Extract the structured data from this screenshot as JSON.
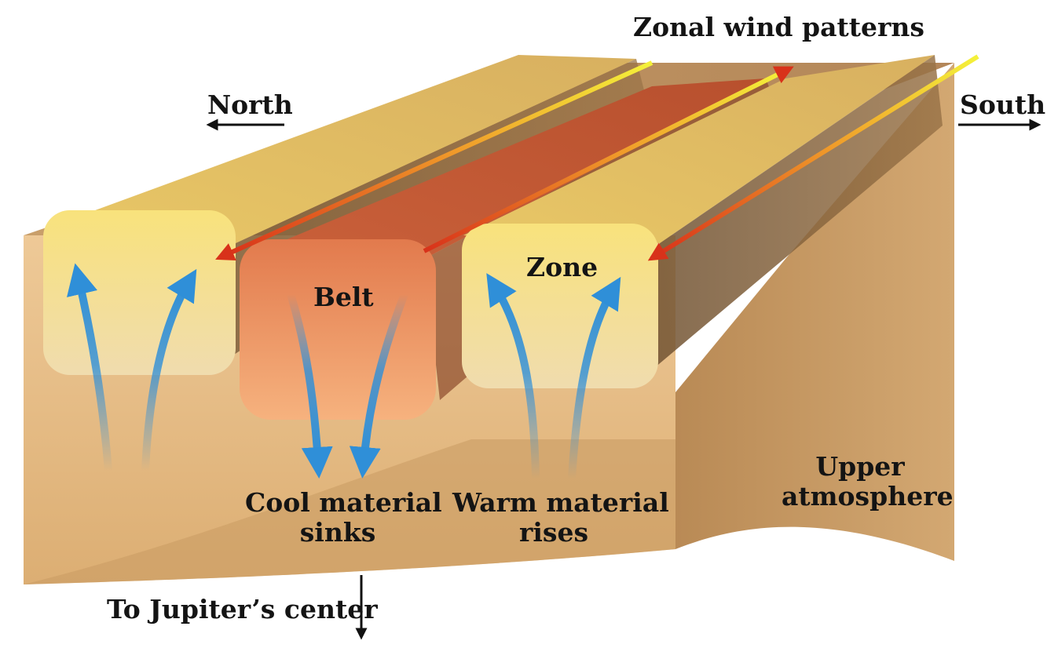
{
  "labels": {
    "zonal_wind": "Zonal wind patterns",
    "north": "North",
    "south": "South",
    "zone": "Zone",
    "belt": "Belt",
    "cool_line1": "Cool material",
    "cool_line2": "sinks",
    "warm_line1": "Warm material",
    "warm_line2": "rises",
    "upper_line1": "Upper",
    "upper_line2": "atmosphere",
    "center": "To Jupiter’s center"
  },
  "colors": {
    "zone_cloud": "#f3d66a",
    "belt_cloud": "#d9683e",
    "block_front": "#e9bf86",
    "block_side": "#c89a62",
    "wind_arrow": "#d83a1c",
    "flow_arrow": "#2f8fd8"
  }
}
